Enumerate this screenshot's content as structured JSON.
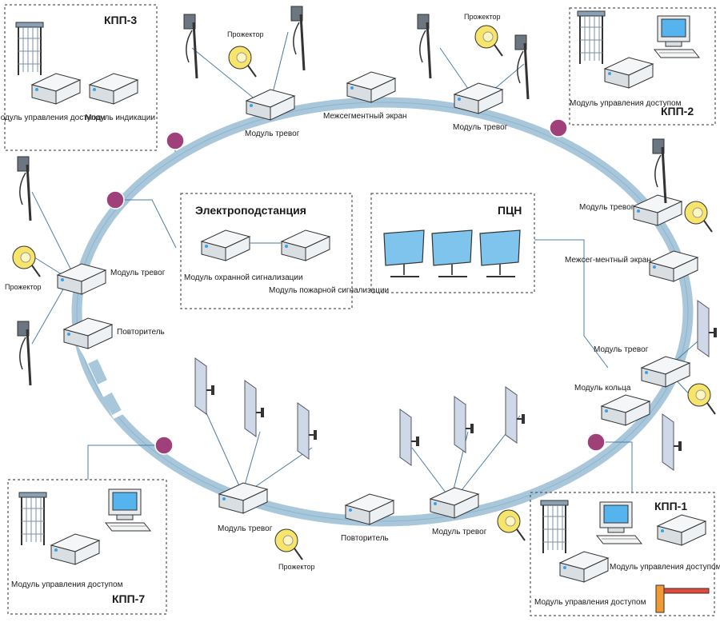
{
  "checkpoints": {
    "kpp3": {
      "title": "КПП-3",
      "access_module": "Модуль управления доступом",
      "indication_module": "Модуль индикации"
    },
    "kpp2": {
      "title": "КПП-2",
      "access_module": "Модуль управления доступом"
    },
    "kpp7": {
      "title": "КПП-7",
      "access_module": "Модуль управления доступом"
    },
    "kpp1": {
      "title": "КПП-1",
      "access_module_right": "Модуль управления доступом",
      "access_module_bottom": "Модуль управления доступом"
    }
  },
  "substation": {
    "title": "Электроподстанция",
    "security_module": "Модуль охранной сигнализации",
    "fire_module": "Модуль пожарной сигнализации"
  },
  "pcn": {
    "title": "ПЦН"
  },
  "ring": {
    "alarm_module_label": "Модуль тревог",
    "firewall_top": "Межсегментный экран",
    "firewall_right": "Межсег-ментный экран",
    "repeater_left": "Повторитель",
    "repeater_bottom": "Повторитель",
    "ring_module": "Модуль кольца",
    "searchlight": "Прожектор"
  },
  "colors": {
    "ring": "#a9c7db",
    "junction": "#a0407a",
    "screen": "#7fc0ea",
    "lamp": "#f6e56a"
  }
}
